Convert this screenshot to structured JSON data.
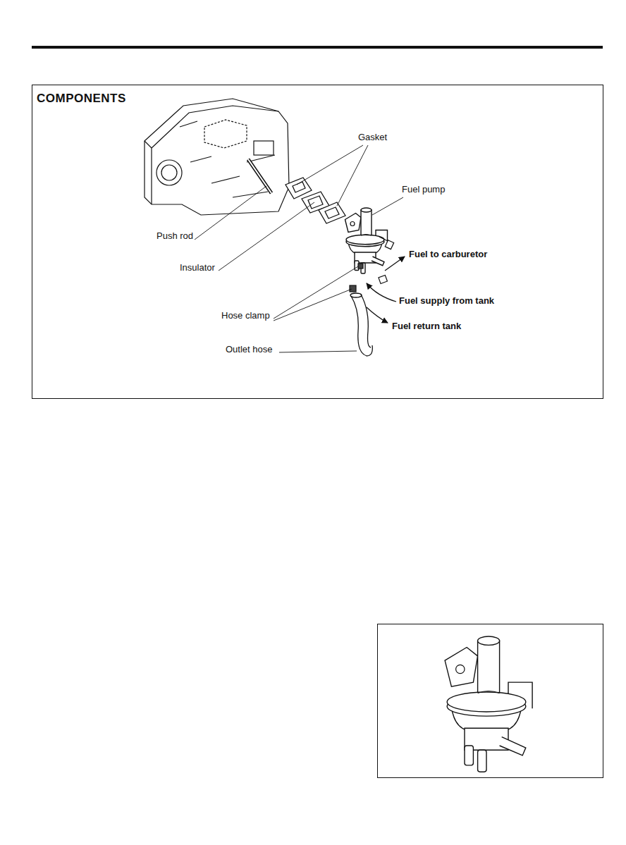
{
  "diagram": {
    "title": "COMPONENTS",
    "labels": [
      "Gasket",
      "Fuel pump",
      "Push rod",
      "Insulator",
      "Fuel to carburetor",
      "Fuel supply from tank",
      "Hose clamp",
      "Fuel return tank",
      "Outlet hose"
    ]
  }
}
